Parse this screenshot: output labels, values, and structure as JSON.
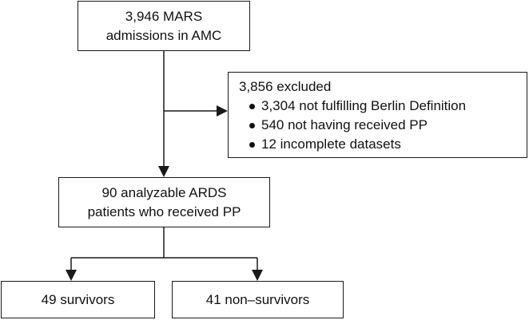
{
  "flowchart": {
    "admissions": {
      "line1": "3,946 MARS",
      "line2": "admissions in AMC"
    },
    "excluded": {
      "title": "3,856 excluded",
      "items": [
        "3,304 not fulfilling Berlin Definition",
        "540 not having received PP",
        "12 incomplete datasets"
      ]
    },
    "analyzable": {
      "line1": "90 analyzable ARDS",
      "line2": "patients who received PP"
    },
    "survivors": {
      "label": "49 survivors"
    },
    "non_survivors": {
      "label": "41 non–survivors"
    },
    "colors": {
      "line": "#1a1a1a",
      "box_border": "#1a1a1a",
      "text": "#111111",
      "background": "#ffffff"
    }
  }
}
